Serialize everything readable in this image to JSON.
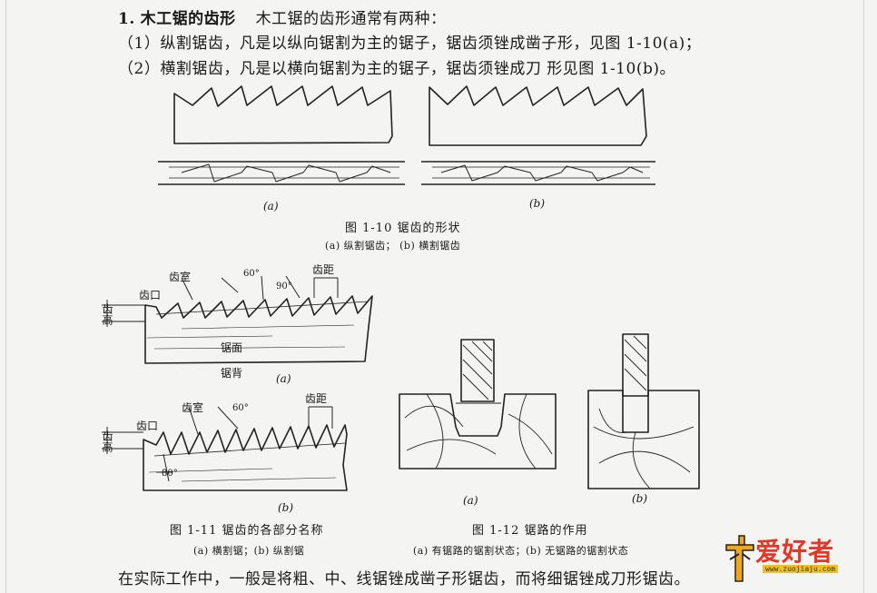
{
  "text": {
    "heading_num": "1.",
    "heading_title": "木工锯的齿形",
    "heading_rest": "木工锯的齿形通常有两种：",
    "item1": "（1）纵割锯齿，凡是以纵向锯割为主的锯子，锯齿须锉成凿子形，见图 1-10(a)；",
    "item2": "（2）横割锯齿，凡是以横向锯割为主的锯子，锯齿须锉成刀 形见图 1-10(b)。",
    "bottom": "在实际工作中，一般是将粗、中、线锯锉成凿子形锯齿，而将细锯锉成刀形锯齿。"
  },
  "fig10": {
    "label_a": "(a)",
    "label_b": "(b)",
    "caption": "图  1-10   锯齿的形状",
    "subcaption": "(a) 纵割锯齿；  (b) 横割锯齿"
  },
  "fig11": {
    "a": {
      "chishi": "齿室",
      "angle60": "60°",
      "angle90": "90°",
      "chiju": "齿距",
      "chikou": "齿口",
      "chigao": "齿高",
      "jumian": "锯面",
      "jubei": "锯背",
      "label": "(a)"
    },
    "b": {
      "chishi": "齿室",
      "angle60": "60°",
      "chiju": "齿距",
      "chikou": "齿口",
      "chigao": "齿高",
      "angle80": "80°",
      "label": "(b)"
    },
    "caption": "图  1-11   锯齿的各部分名称",
    "subcaption": "(a) 横割锯；(b) 纵割锯"
  },
  "fig12": {
    "label_a": "(a)",
    "label_b": "(b)",
    "caption": "图  1-12   锯路的作用",
    "subcaption": "(a) 有锯路的锯割状态；(b) 无锯路的锯割状态"
  },
  "watermark": {
    "brand": "爱好者",
    "url": "www.zuojiaju.com"
  }
}
